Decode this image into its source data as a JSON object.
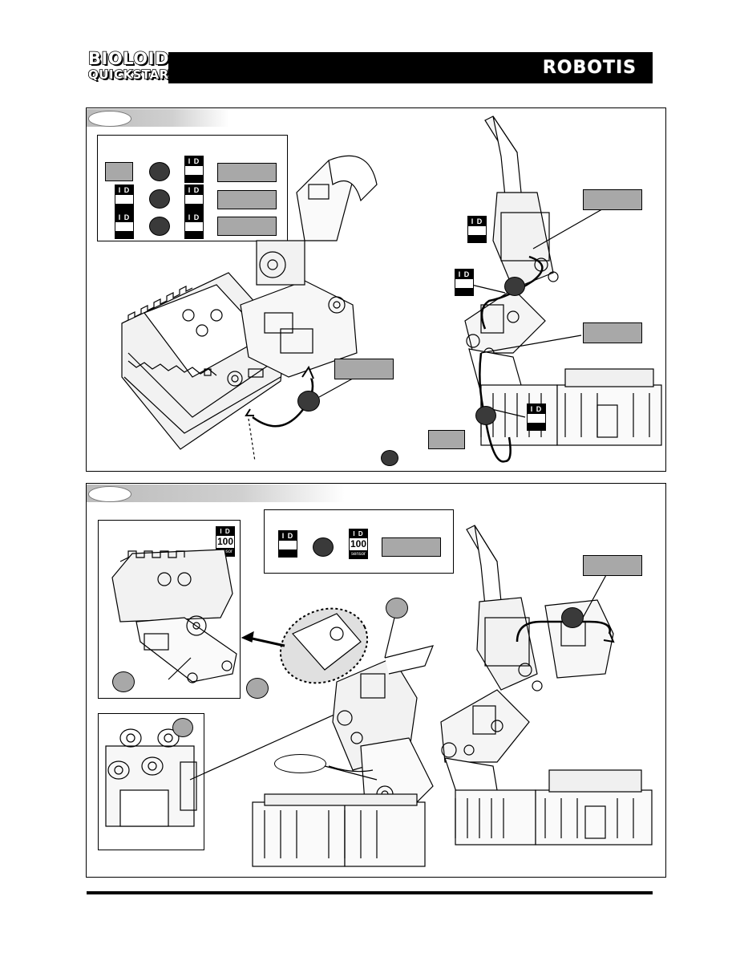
{
  "header": {
    "logo_line1": "BIOLOID",
    "logo_line2": "QUICKSTART",
    "brand": "ROBOTIS"
  },
  "legend_top": {
    "id_label": "I D",
    "row_count": 3
  },
  "labels": {
    "id": "I D",
    "id_sensor_number": "100",
    "id_sensor_caption": "sensor"
  },
  "colors": {
    "label_gray": "#a8a8a8",
    "marker_dark": "#3a3a3a",
    "bar": "#000000"
  }
}
